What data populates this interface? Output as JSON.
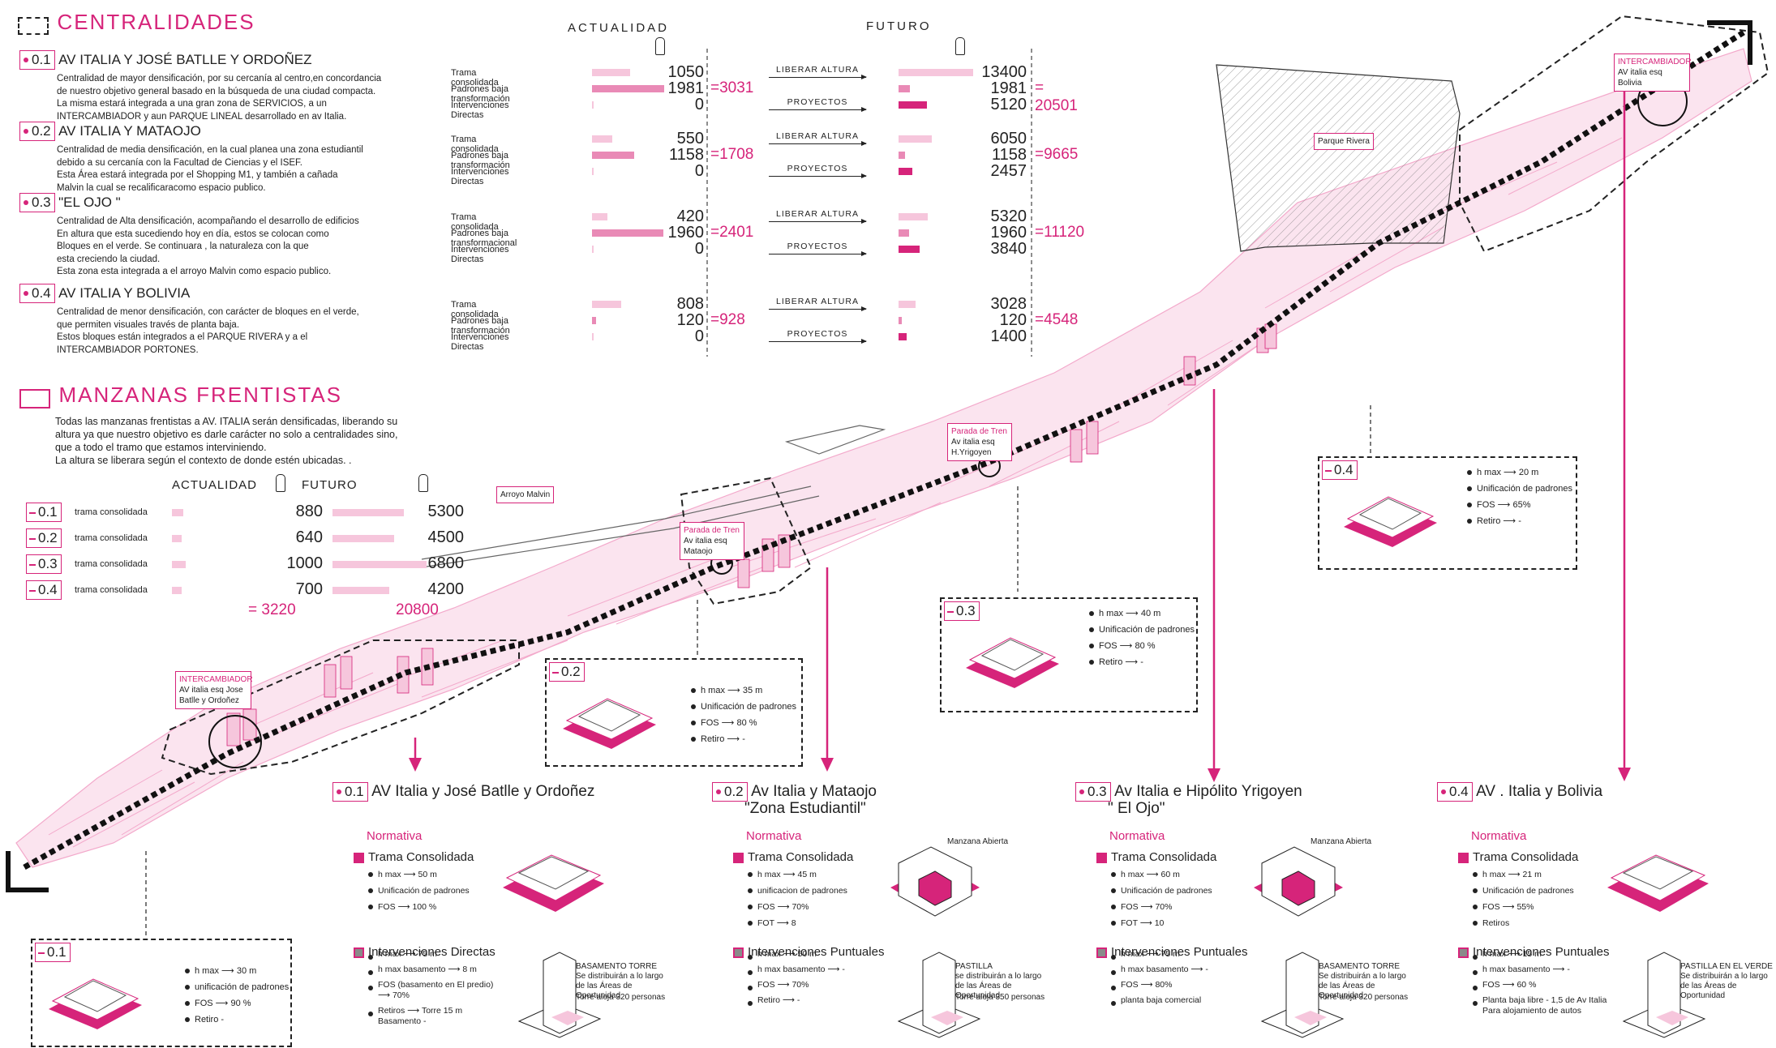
{
  "centralidades": {
    "heading": "CENTRALIDADES",
    "items": [
      {
        "code": "0.1",
        "title": "AV ITALIA Y JOSÉ BATLLE Y ORDOÑEZ",
        "desc": "Centralidad de mayor densificación, por su cercanía al centro,en concordancia\nde nuestro objetivo general basado en la búsqueda de una ciudad compacta.\nLa misma estará integrada a una gran zona de SERVICIOS, a un\nINTERCAMBIADOR  y aun PARQUE LINEAL desarrollado en av Italia."
      },
      {
        "code": "0.2",
        "title": "AV ITALIA Y MATAOJO",
        "desc": "Centralidad de media densificación, en la cual planea una zona estudiantil\ndebido a su cercanía con la Facultad de Ciencias y el ISEF.\nEsta Área estará integrada por el Shopping M1, y también a cañada\nMalvin la cual se recalificaracomo espacio publico."
      },
      {
        "code": "0.3",
        "title": "\"EL OJO \"",
        "desc": "Centralidad de Alta densificación, acompañando el desarrollo de edificios\n En altura que esta sucediendo hoy en día, estos se colocan como\nBloques en el verde. Se continuara , la naturaleza con la que\nesta creciendo la ciudad.\nEsta zona esta integrada a el arroyo Malvin como espacio publico."
      },
      {
        "code": "0.4",
        "title": "AV ITALIA Y BOLIVIA",
        "desc": "Centralidad de menor densificación, con carácter de bloques en el verde,\nque permiten visuales través de planta baja.\nEstos bloques están integrados a el PARQUE RIVERA y a el\nINTERCAMBIADOR PORTONES."
      }
    ]
  },
  "manzanas": {
    "heading": "MANZANAS FRENTISTAS",
    "desc": "Todas las manzanas frentistas a AV. ITALIA serán densificadas, liberando su\naltura ya que nuestro objetivo es darle carácter no solo a centralidades sino,\nque a todo el tramo que estamos interviniendo.\nLa altura se liberara según el contexto de donde estén ubicadas.   .",
    "col_actual": "ACTUALIDAD",
    "col_futuro": "FUTURO",
    "rows": [
      {
        "code": "0.1",
        "label": "trama consolidada",
        "actual": 880,
        "futuro": 5300
      },
      {
        "code": "0.2",
        "label": "trama consolidada",
        "actual": 640,
        "futuro": 4500
      },
      {
        "code": "0.3",
        "label": "trama consolidada",
        "actual": 1000,
        "futuro": 6800
      },
      {
        "code": "0.4",
        "label": "trama consolidada",
        "actual": 700,
        "futuro": 4200
      }
    ],
    "total_actual": "= 3220",
    "total_futuro": "20800"
  },
  "chart_header": {
    "actual": "ACTUALIDAD",
    "futuro": "FUTURO"
  },
  "chart_data": {
    "type": "bar",
    "groups": [
      {
        "labels": [
          "Trama consolidada",
          "Padrones baja transformación",
          "Intervenciones Directas"
        ],
        "actual": [
          1050,
          1981,
          0
        ],
        "actual_total": "=3031",
        "actions": [
          "LIBERAR ALTURA",
          "PROYECTOS"
        ],
        "futuro": [
          13400,
          1981,
          5120
        ],
        "futuro_total": "= 20501"
      },
      {
        "labels": [
          "Trama consolidada",
          "Padrones baja transformación",
          "Intervenciones Directas"
        ],
        "actual": [
          550,
          1158,
          0
        ],
        "actual_total": "=1708",
        "actions": [
          "LIBERAR ALTURA",
          "PROYECTOS"
        ],
        "futuro": [
          6050,
          1158,
          2457
        ],
        "futuro_total": "=9665"
      },
      {
        "labels": [
          "Trama consolidada",
          "Padrones baja transformacional",
          "Intervenciones Directas"
        ],
        "actual": [
          420,
          1960,
          0
        ],
        "actual_total": "=2401",
        "actions": [
          "LIBERAR ALTURA",
          "PROYECTOS"
        ],
        "futuro": [
          5320,
          1960,
          3840
        ],
        "futuro_total": "=11120"
      },
      {
        "labels": [
          "Trama consolidada",
          "Padrones baja transformación",
          "Intervenciones Directas"
        ],
        "actual": [
          808,
          120,
          0
        ],
        "actual_total": "=928",
        "actions": [
          "LIBERAR ALTURA",
          "PROYECTOS"
        ],
        "futuro": [
          3028,
          120,
          1400
        ],
        "futuro_total": "=4548"
      }
    ]
  },
  "map_labels": {
    "parque_rivera": "Parque Rivera",
    "arroyo_malvin": "Arroyo Malvin",
    "int_bolivia": {
      "title": "INTERCAMBIADOR",
      "sub": "AV italia esq Bolivia"
    },
    "int_batlle": {
      "title": "INTERCAMBIADOR",
      "sub": "AV italia esq Jose Batlle y Ordoñez"
    },
    "parada_yrigoyen": {
      "title": "Parada de Tren",
      "sub": "Av italia esq H.Yrigoyen"
    },
    "parada_mataojo": {
      "title": "Parada de Tren",
      "sub": "Av italia esq Mataojo"
    }
  },
  "boxes": [
    {
      "code": "0.4",
      "specs": [
        "h max ⟶ 20 m",
        "Unificación de padrones",
        "FOS ⟶ 65%",
        "Retiro ⟶ -"
      ]
    },
    {
      "code": "0.3",
      "specs": [
        "h max ⟶ 40 m",
        "Unificación de padrones",
        "FOS ⟶ 80 %",
        "Retiro ⟶ -"
      ]
    },
    {
      "code": "0.2",
      "specs": [
        "h max ⟶ 35 m",
        "Unificación de padrones",
        "FOS ⟶ 80 %",
        "Retiro ⟶ -"
      ]
    },
    {
      "code": "0.1",
      "specs": [
        "h max ⟶ 30 m",
        "unificación de padrones",
        "FOS ⟶ 90 %",
        "Retiro  -"
      ]
    }
  ],
  "sections": [
    {
      "code": "0.1",
      "title": "AV Italia y José Batlle y Ordoñez",
      "title2": "",
      "normativa": "Normativa",
      "h1": "Trama Consolidada",
      "specs1": [
        "h max ⟶ 50 m",
        "Unificación de padrones",
        "FOS ⟶ 100 %"
      ],
      "h2": "Intervenciones Directas",
      "specs2": [
        "h max ⟶ 75 m",
        "h max basamento ⟶ 8 m",
        "FOS (basamento en El predio) ⟶ 70%",
        "Retiros ⟶ Torre 15 m  Basamento -"
      ],
      "note_title": "BASAMENTO TORRE",
      "note": "Se distribuirán a lo largo de las Áreas de Oportunidad",
      "note2": "Torre aloja 320 personas"
    },
    {
      "code": "0.2",
      "title": "Av Italia y Mataojo",
      "title2": "\"Zona Estudiantil\"",
      "normativa": "Normativa",
      "h1": "Trama Consolidada",
      "specs1": [
        "h max ⟶ 45 m",
        "unificacion de padrones",
        "FOS ⟶ 70%",
        "FOT ⟶ 8"
      ],
      "h2": "Intervenciones Puntuales",
      "specs2": [
        "h max ⟶ 50 m",
        "h max basamento ⟶ -",
        "FOS ⟶ 70%",
        "Retiro ⟶ -"
      ],
      "aside": "Manzana Abierta",
      "note_title": "PASTILLA",
      "note": "se distribuirán a lo largo de las Áreas de Oportunidad",
      "note2": "Torre aloja 350 personas"
    },
    {
      "code": "0.3",
      "title": "Av Italia e Hipólito Yrigoyen",
      "title2": "\" El Ojo\"",
      "normativa": "Normativa",
      "h1": "Trama Consolidada",
      "specs1": [
        "h max ⟶ 60 m",
        "Unificación de padrones",
        "FOS ⟶ 70%",
        "FOT ⟶ 10"
      ],
      "h2": "Intervenciones Puntuales",
      "specs2": [
        "h max ⟶ 75 m",
        "h max basamento ⟶ -",
        "FOS ⟶ 80%",
        "planta baja comercial"
      ],
      "aside": "Manzana Abierta",
      "note_title": "BASAMENTO TORRE",
      "note": "Se distribuirán a lo largo de las Áreas de Oportunidad",
      "note2": "Torre aloja 320 personas"
    },
    {
      "code": "0.4",
      "title": "AV . Italia y Bolivia",
      "title2": "",
      "normativa": "Normativa",
      "h1": "Trama Consolidada",
      "specs1": [
        "h max ⟶ 21 m",
        "Unificación de padrones",
        "FOS ⟶ 55%",
        "Retiros"
      ],
      "h2": "Intervenciones Puntuales",
      "specs2": [
        "h max ⟶ 15 m",
        "h max basamento ⟶ -",
        "FOS ⟶ 60 %",
        "Planta baja libre - 1,5 de Av Italia Para alojamiento de autos"
      ],
      "note_title": "PASTILLA EN EL VERDE",
      "note": "Se distribuirán a lo largo de las Áreas de Oportunidad"
    }
  ],
  "colors": {
    "accent": "#d6247a",
    "light": "#f6c6dc",
    "mid": "#e98ab6"
  }
}
